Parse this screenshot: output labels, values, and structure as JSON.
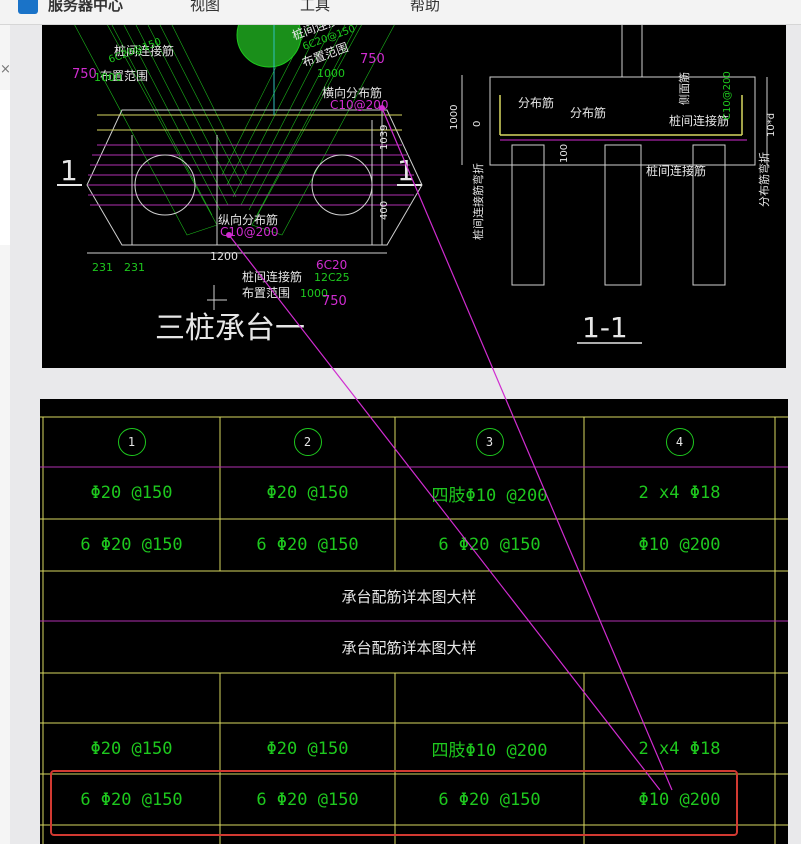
{
  "app": {
    "title": "服务器中心",
    "menu": [
      "视图",
      "工具",
      "帮助"
    ],
    "close_label": "×"
  },
  "drawing": {
    "title_main": "三桩承台一",
    "section_label": "1-1",
    "section_mark": "1",
    "labels": {
      "pile_rebar": "桩间连接筋",
      "pile_rebar_count": "6C20@150",
      "layout_range": "布置范围",
      "layout_range2": "1000",
      "dim_750a": "750",
      "dim_1000a": "1000",
      "transverse": "横向分布筋",
      "transverse_val": "C10@200",
      "longitudinal": "纵向分布筋",
      "longitudinal_val": "C10@200",
      "pile_rebar_b": "桩间连接筋",
      "pile_rebar_b_val": "12C25",
      "layout_range_b": "布置范围",
      "layout_range_b_val": "1000",
      "dim_6c20": "6C20",
      "dim_750b": "750",
      "dim_231a": "231",
      "dim_231b": "231",
      "dim_1200": "1200",
      "dim_1039": "1039",
      "dim_400": "400",
      "dist_rebar_a": "分布筋",
      "dist_rebar_b": "分布筋",
      "side_rebar": "侧面筋",
      "side_rebar_val": "C10@200",
      "pile_conn": "桩间连接筋",
      "pile_conn_b": "桩间连接筋",
      "dist_bend": "分布筋弯折",
      "pile_conn_bend": "桩间连接筋弯折",
      "dim_1000": "1000",
      "dim_0": "0",
      "dim_100": "100",
      "dim_10d": "10*d"
    }
  },
  "table": {
    "header": [
      "1",
      "2",
      "3",
      "4"
    ],
    "rows": [
      [
        "Φ20 @150",
        "Φ20 @150",
        "四肢Φ10 @200",
        "2 x4 Φ18"
      ],
      [
        "6 Φ20 @150",
        "6 Φ20 @150",
        "6 Φ20 @150",
        "Φ10 @200"
      ]
    ],
    "merged1": "承台配筋详本图大样",
    "merged2": "承台配筋详本图大样",
    "rows2": [
      [
        "",
        "",
        "",
        ""
      ],
      [
        "Φ20 @150",
        "Φ20 @150",
        "四肢Φ10 @200",
        "2 x4 Φ18"
      ],
      [
        "6 Φ20 @150",
        "6 Φ20 @150",
        "6 Φ20 @150",
        "Φ10 @200"
      ]
    ]
  }
}
